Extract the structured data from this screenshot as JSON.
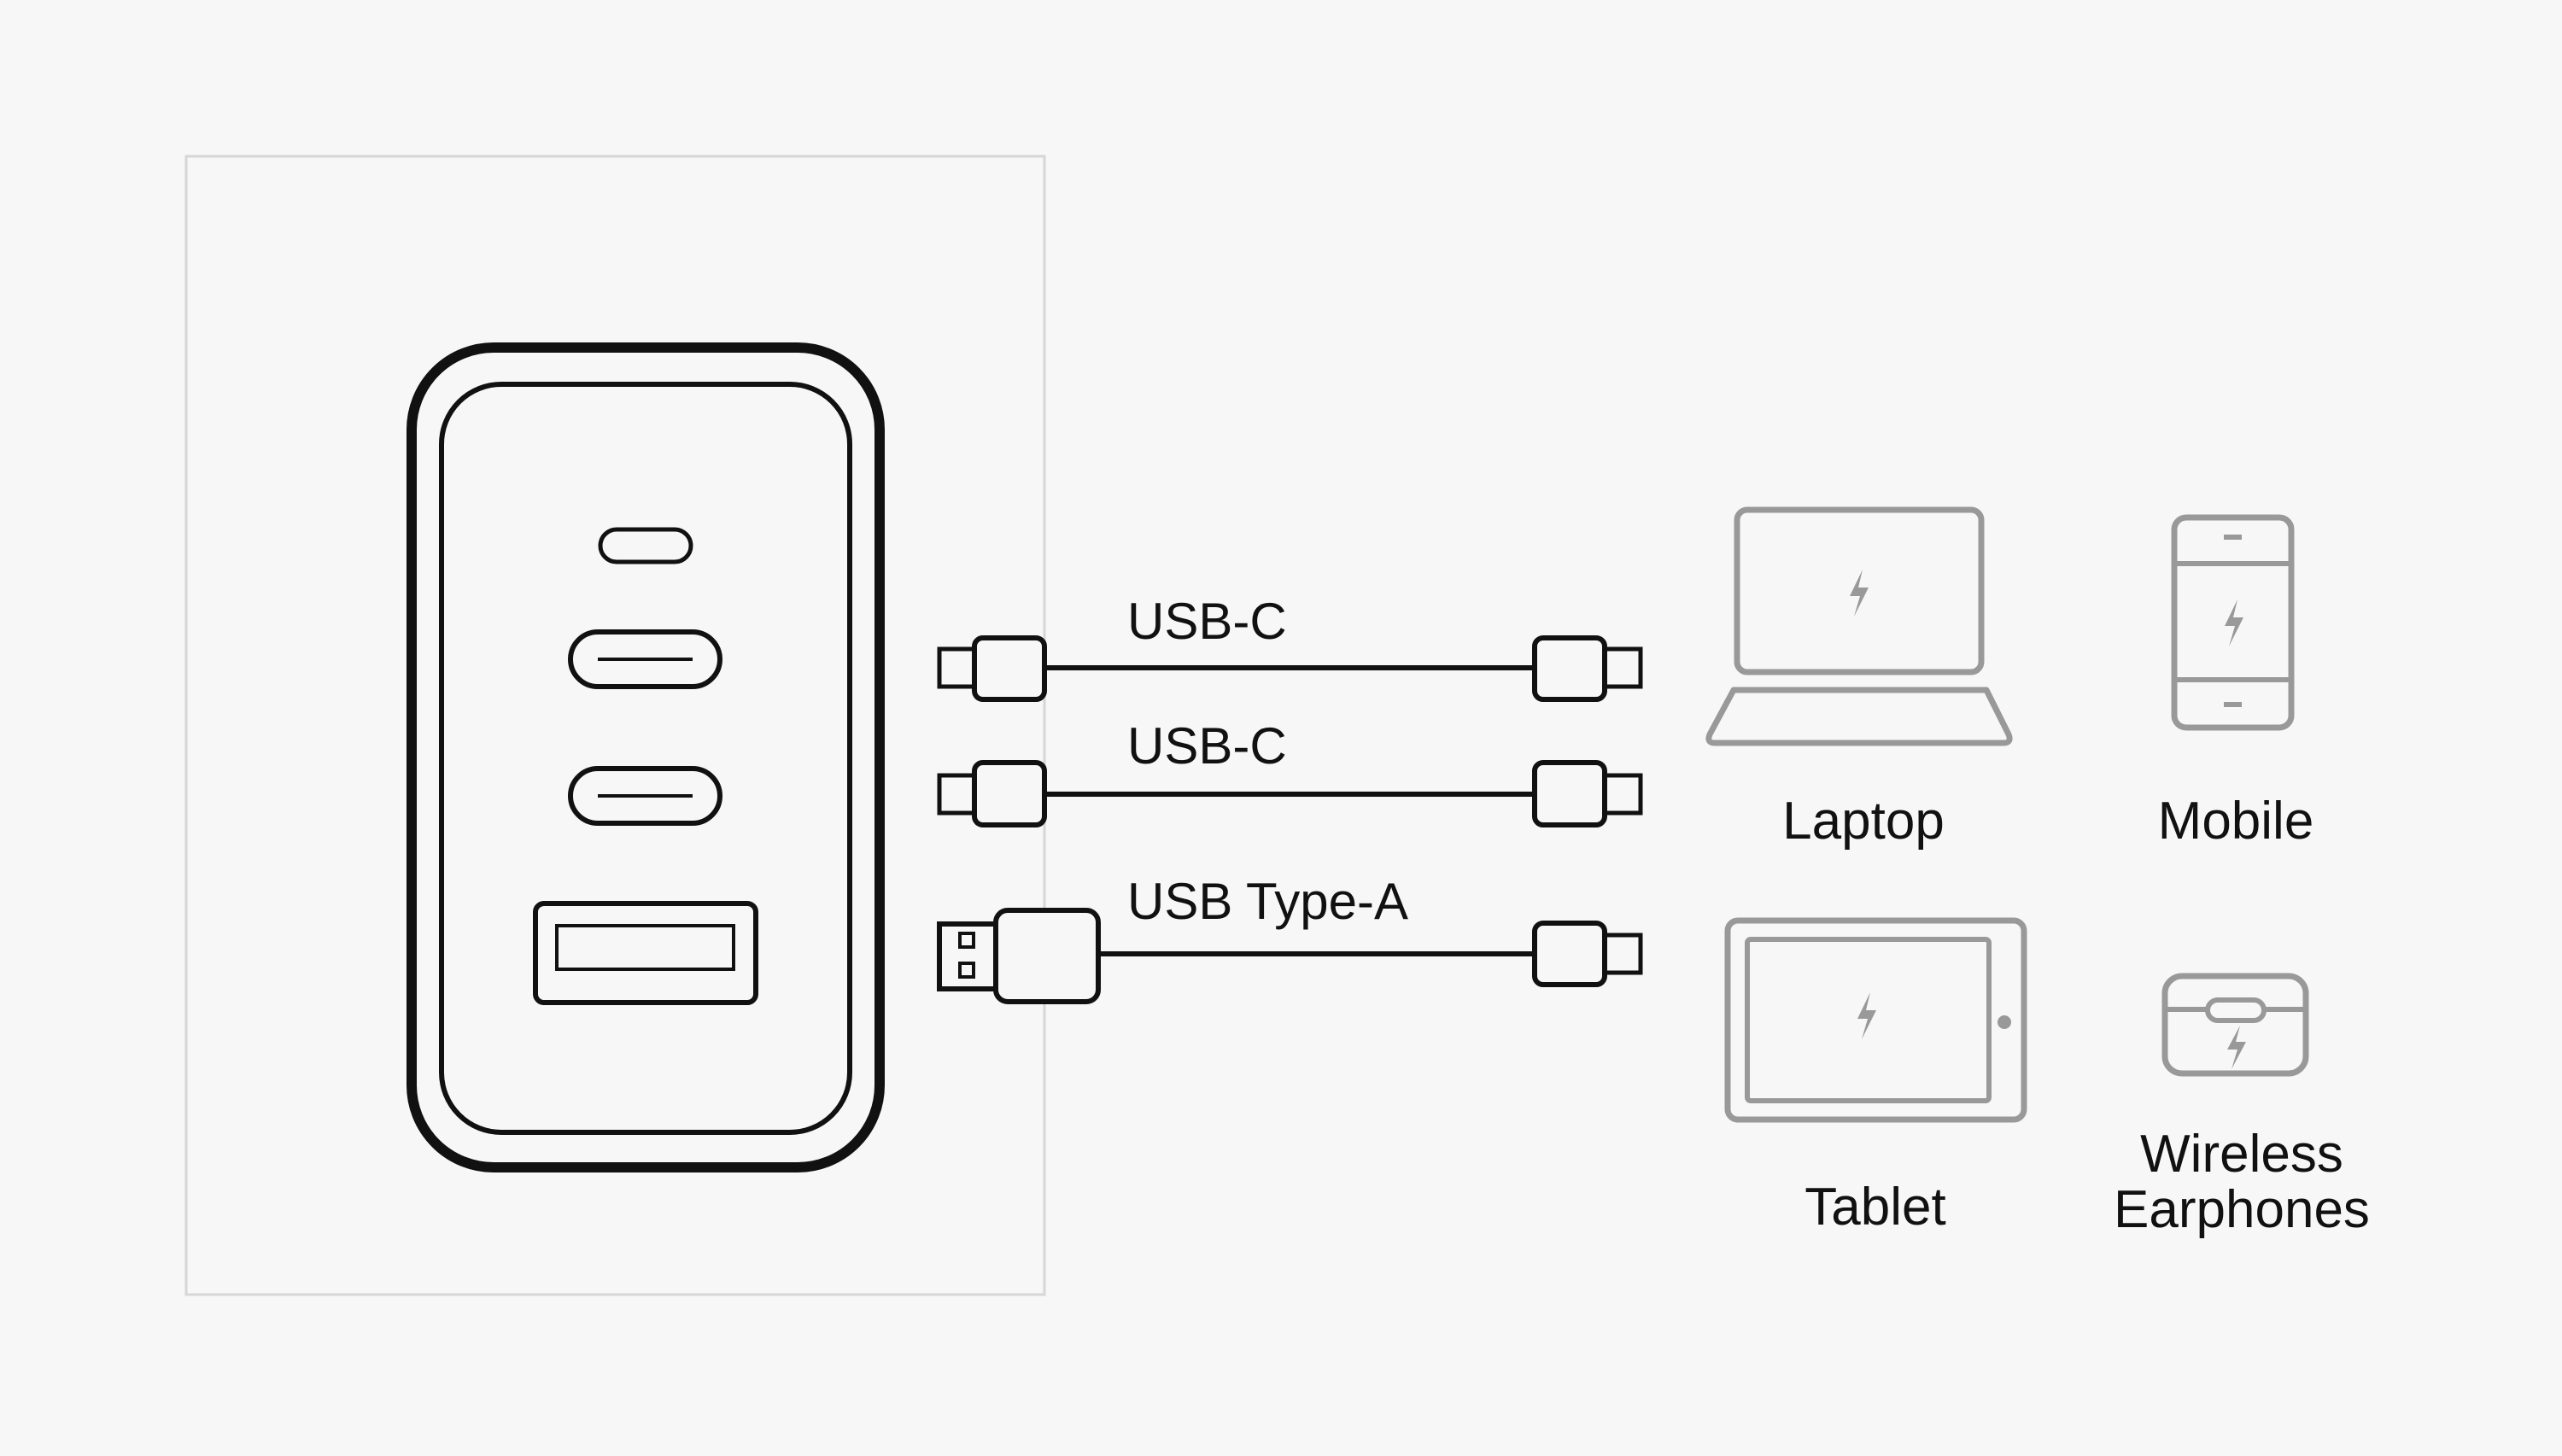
{
  "cables": [
    {
      "label": "USB-C"
    },
    {
      "label": "USB-C"
    },
    {
      "label": "USB Type-A"
    }
  ],
  "devices": {
    "laptop": {
      "label": "Laptop",
      "icon": "laptop-icon"
    },
    "mobile": {
      "label": "Mobile",
      "icon": "mobile-phone-icon"
    },
    "tablet": {
      "label": "Tablet",
      "icon": "tablet-icon"
    },
    "earphones": {
      "label_line1": "Wireless",
      "label_line2": "Earphones",
      "icon": "earphones-case-icon"
    }
  },
  "colors": {
    "background": "#f7f7f7",
    "panel_border": "#d6d6d6",
    "line": "#111111",
    "device_gray": "#999999"
  }
}
